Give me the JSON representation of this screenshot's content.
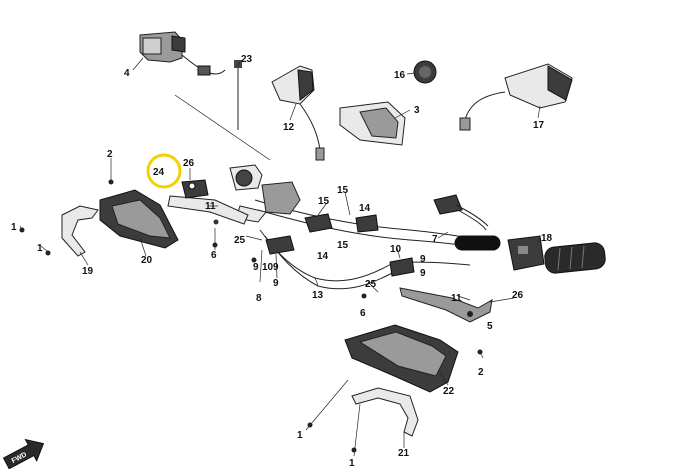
{
  "highlight_color": "#f2d100",
  "ink_color": "#222222",
  "orientation_badge": {
    "label": "FWD",
    "icon": "forward-arrow-icon"
  },
  "callouts": [
    {
      "id": "c4",
      "label": "4",
      "part": "brake-master-cylinder"
    },
    {
      "id": "c23",
      "label": "23",
      "part": "throttle-cable"
    },
    {
      "id": "c16",
      "label": "16",
      "part": "mirror-cap"
    },
    {
      "id": "c12",
      "label": "12",
      "part": "left-mirror"
    },
    {
      "id": "c3",
      "label": "3",
      "part": "top-cover"
    },
    {
      "id": "c17",
      "label": "17",
      "part": "right-mirror"
    },
    {
      "id": "c2a",
      "label": "2",
      "part": "bolt"
    },
    {
      "id": "c24",
      "label": "24",
      "part": "clamp",
      "highlighted": true
    },
    {
      "id": "c26a",
      "label": "26",
      "part": "bracket-screw"
    },
    {
      "id": "c11a",
      "label": "11",
      "part": "bracket"
    },
    {
      "id": "c15a",
      "label": "15",
      "part": "holder-bolt"
    },
    {
      "id": "c15b",
      "label": "15",
      "part": "holder-bolt"
    },
    {
      "id": "c14",
      "label": "14",
      "part": "handlebar-holder"
    },
    {
      "id": "c15c",
      "label": "15",
      "part": "holder-bolt"
    },
    {
      "id": "c1a",
      "label": "1",
      "part": "screw"
    },
    {
      "id": "c1b",
      "label": "1",
      "part": "screw"
    },
    {
      "id": "c19",
      "label": "19",
      "part": "left-hand-guard-cover"
    },
    {
      "id": "c20",
      "label": "20",
      "part": "left-hand-guard"
    },
    {
      "id": "c6a",
      "label": "6",
      "part": "guard-bolt"
    },
    {
      "id": "c25a",
      "label": "25",
      "part": "washer"
    },
    {
      "id": "c9a",
      "label": "9",
      "part": "nut"
    },
    {
      "id": "c10a",
      "label": "10",
      "part": "holder-clamp"
    },
    {
      "id": "c9b",
      "label": "9",
      "part": "nut"
    },
    {
      "id": "c8",
      "label": "8",
      "part": "lower-holder"
    },
    {
      "id": "c9c",
      "label": "9",
      "part": "nut"
    },
    {
      "id": "c14b",
      "label": "14",
      "part": "handlebar-holder"
    },
    {
      "id": "c13",
      "label": "13",
      "part": "handlebar"
    },
    {
      "id": "c10b",
      "label": "10",
      "part": "holder-clamp"
    },
    {
      "id": "c9d",
      "label": "9",
      "part": "nut"
    },
    {
      "id": "c9e",
      "label": "9",
      "part": "nut"
    },
    {
      "id": "c18",
      "label": "18",
      "part": "right-switch"
    },
    {
      "id": "c7",
      "label": "7",
      "part": "throttle-grip"
    },
    {
      "id": "c25b",
      "label": "25",
      "part": "washer"
    },
    {
      "id": "c6b",
      "label": "6",
      "part": "guard-bolt"
    },
    {
      "id": "c11b",
      "label": "11",
      "part": "bracket"
    },
    {
      "id": "c26b",
      "label": "26",
      "part": "bracket-screw"
    },
    {
      "id": "c5",
      "label": "5",
      "part": "right-guard-bracket"
    },
    {
      "id": "c2b",
      "label": "2",
      "part": "bolt"
    },
    {
      "id": "c22",
      "label": "22",
      "part": "right-hand-guard"
    },
    {
      "id": "c1c",
      "label": "1",
      "part": "screw"
    },
    {
      "id": "c21",
      "label": "21",
      "part": "right-hand-guard-cover"
    },
    {
      "id": "c1d",
      "label": "1",
      "part": "screw"
    }
  ]
}
